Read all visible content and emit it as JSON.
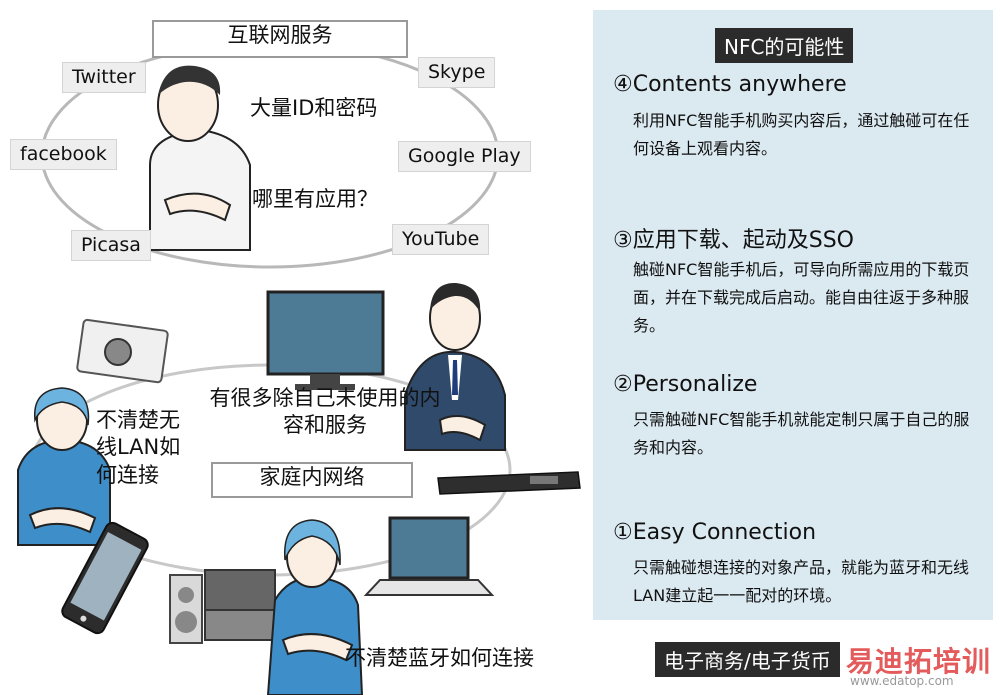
{
  "internet": {
    "label": "互联网服务",
    "services": [
      "Twitter",
      "Skype",
      "facebook",
      "Google Play",
      "Picasa",
      "YouTube"
    ],
    "thought_1": "大量ID和密码",
    "thought_2": "哪里有应用？"
  },
  "home": {
    "label": "家庭内网络",
    "man_thought": "有很多除自己未使用的内容和服务",
    "woman1_thought": "不清楚无线LAN如何连接",
    "woman2_thought": "不清楚蓝牙如何连接"
  },
  "panel": {
    "title": "NFC的可能性",
    "items": [
      {
        "heading": "④Contents anywhere",
        "desc": "利用NFC智能手机购买内容后，通过触碰可在任何设备上观看内容。"
      },
      {
        "heading": "③应用下载、起动及SSO",
        "desc": "触碰NFC智能手机后，可导向所需应用的下载页面，并在下载完成后启动。能自由往返于多种服务。"
      },
      {
        "heading": "②Personalize",
        "desc": "只需触碰NFC智能手机就能定制只属于自己的服务和内容。"
      },
      {
        "heading": "①Easy Connection",
        "desc": "只需触碰想连接的对象产品，就能为蓝牙和无线LAN建立起一一配对的环境。"
      }
    ],
    "ecommerce_label": "电子商务/电子货币"
  },
  "watermark": {
    "text": "易迪拓培训",
    "url": "www.edatop.com"
  },
  "colors": {
    "panel_bg": "#dbe9f1",
    "badge_bg": "#2b2b2b",
    "shirt_blue": "#3e8ec9",
    "ellipse_stroke": "#b8b8b8"
  }
}
